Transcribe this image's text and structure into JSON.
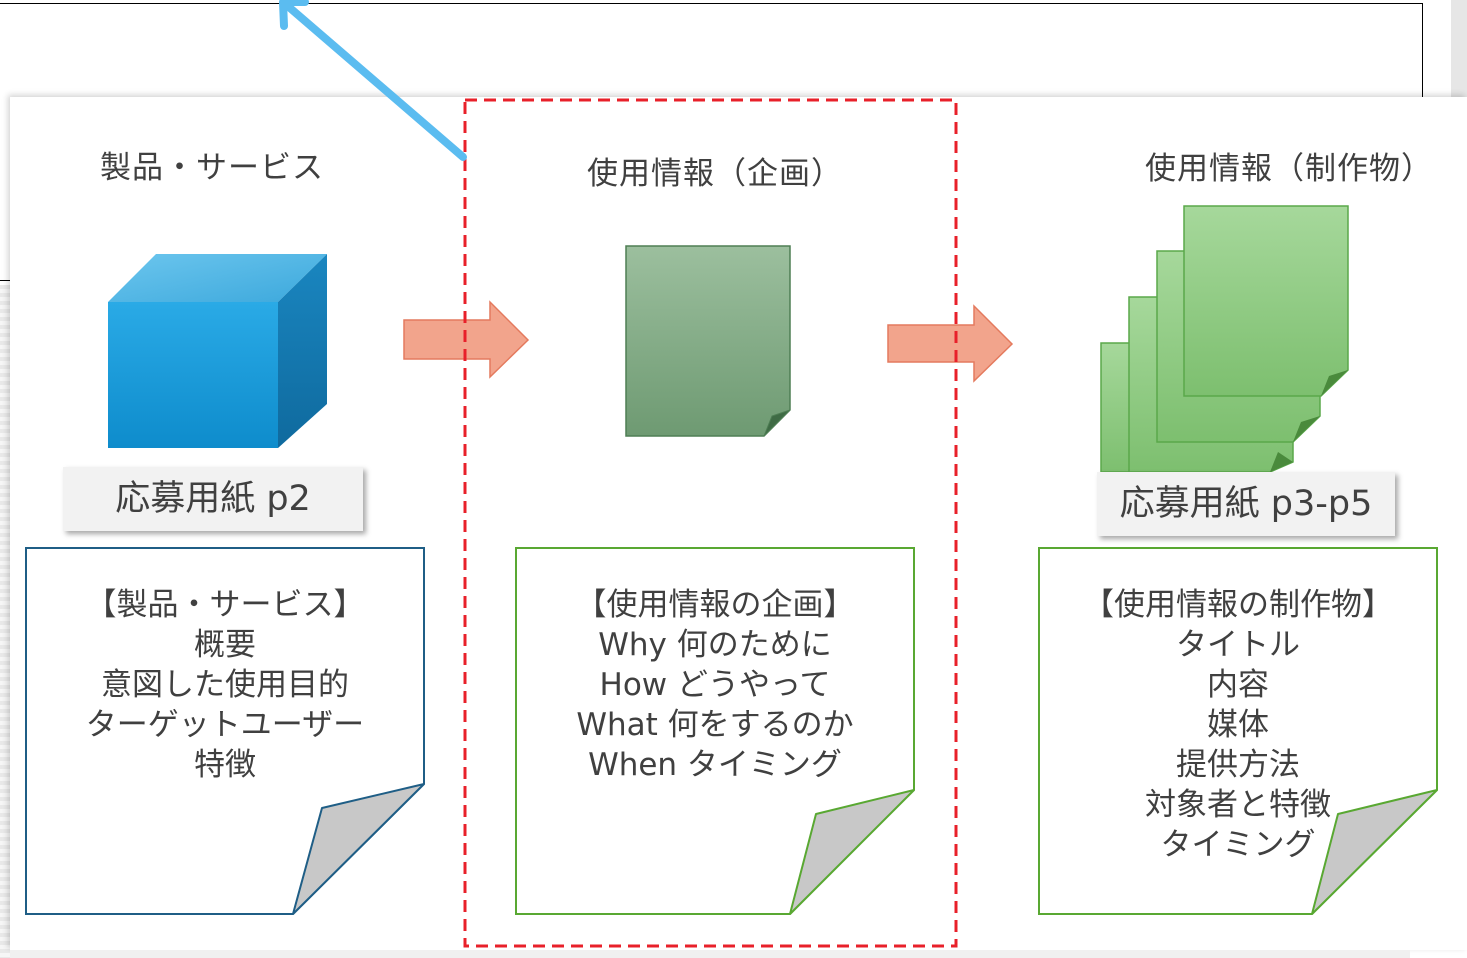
{
  "columns": [
    {
      "heading": "製品・サービス",
      "label": "応募用紙 p2",
      "note_title": "【製品・サービス】",
      "note_lines": [
        "概要",
        "意図した使用目的",
        "ターゲットユーザー",
        "特徴"
      ]
    },
    {
      "heading": "使用情報（企画）",
      "note_title": "【使用情報の企画】",
      "note_lines": [
        "Why 何のために",
        "How どうやって",
        "What 何をするのか",
        "When タイミング"
      ]
    },
    {
      "heading": "使用情報（制作物）",
      "label": "応募用紙 p3-p5",
      "note_title": "【使用情報の制作物】",
      "note_lines": [
        "タイトル",
        "内容",
        "媒体",
        "提供方法",
        "対象者と特徴",
        "タイミング"
      ]
    }
  ],
  "colors": {
    "cube_front": "#1a9ad6",
    "cube_top": "#55b8e6",
    "cube_side": "#1378b0",
    "plan_doc": "#7aa481",
    "deliverable_doc": "#86c67a",
    "arrow_fill": "#f0a088",
    "arrow_stroke": "#e8785c",
    "pointer_arrow": "#5bbcf0",
    "dashed_box": "#e8202a",
    "note_blue": "#1f5e86",
    "note_green": "#59a832",
    "fold_grey": "#c8c8c8"
  },
  "icons": [
    "cube-icon",
    "document-icon",
    "document-stack-icon",
    "right-arrow-icon",
    "pointer-arrow-icon",
    "note-icon"
  ]
}
